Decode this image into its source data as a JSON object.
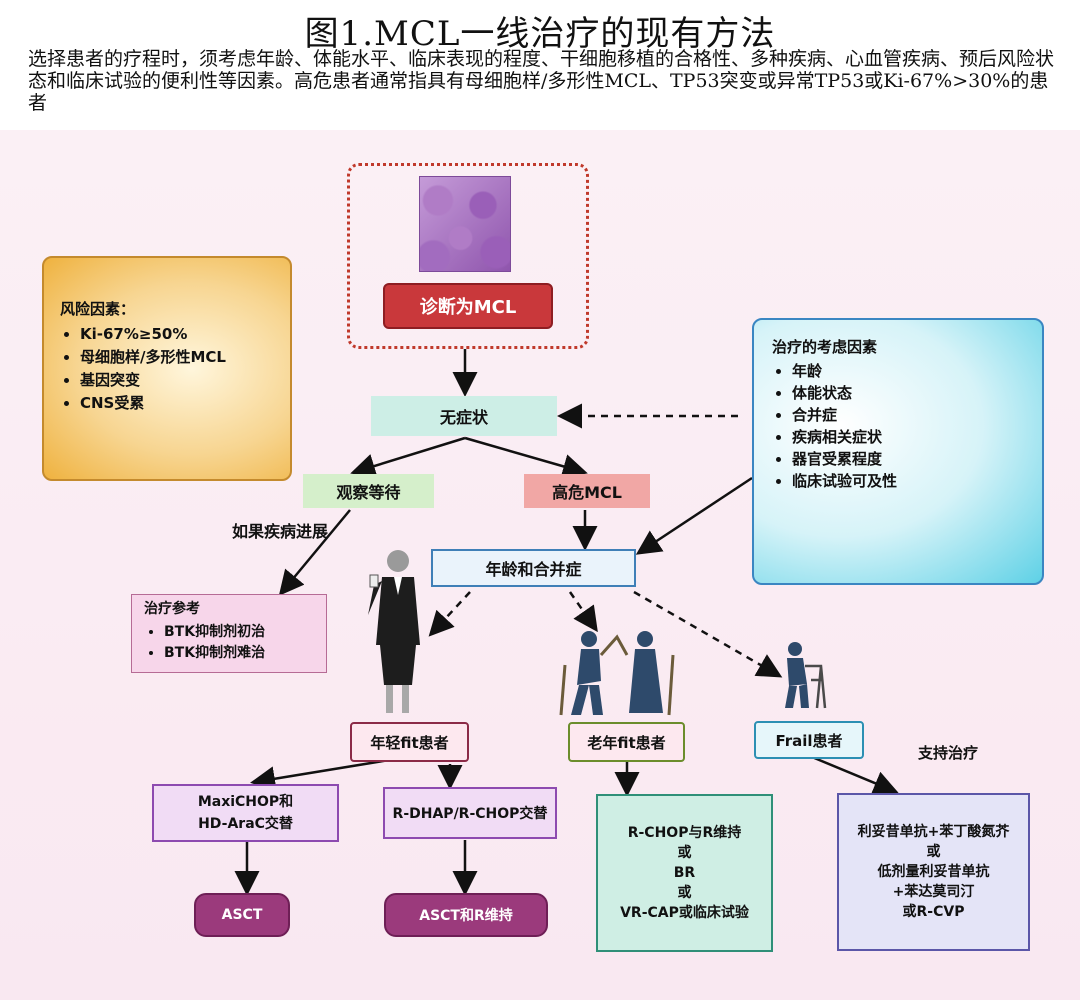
{
  "header": {
    "title": "图1.MCL一线治疗的现有方法",
    "subtitle": "选择患者的疗程时，须考虑年龄、体能水平、临床表现的程度、干细胞移植的合格性、多种疾病、心血管疾病、预后风险状态和临床试验的便利性等因素。高危患者通常指具有母细胞样/多形性MCL、TP53突变或异常TP53或Ki-67%>30%的患者"
  },
  "nodes": {
    "diagnosis": "诊断为MCL",
    "asymptomatic": "无症状",
    "watch_wait": "观察等待",
    "high_risk": "高危MCL",
    "if_progress": "如果疾病进展",
    "age_comorbid": "年龄和合并症",
    "young_fit": "年轻fit患者",
    "old_fit": "老年fit患者",
    "frail": "Frail患者",
    "support": "支持治疗",
    "maxichop": "MaxiCHOP和\nHD-AraC交替",
    "rdhap": "R-DHAP/R-CHOP交替",
    "asct": "ASCT",
    "asct_r": "ASCT和R维持",
    "rchop_block": "R-CHOP与R维持\n或\nBR\n或\nVR-CAP或临床试验",
    "lena_block": "利妥昔单抗+苯丁酸氮芥\n或\n低剂量利妥昔单抗\n+苯达莫司汀\n或R-CVP"
  },
  "risk": {
    "title": "风险因素：",
    "items": [
      "Ki-67%≥50%",
      "母细胞样/多形性MCL",
      "基因突变",
      "CNS受累"
    ]
  },
  "consider": {
    "title": "治疗的考虑因素",
    "items": [
      "年龄",
      "体能状态",
      "合并症",
      "疾病相关症状",
      "器官受累程度",
      "临床试验可及性"
    ]
  },
  "ref": {
    "title": "治疗参考",
    "items": [
      "BTK抑制剂初治",
      "BTK抑制剂难治"
    ]
  },
  "icons": [
    "cells-icon",
    "businesswoman-icon",
    "dancing-elderly-icon",
    "walker-elderly-icon"
  ]
}
